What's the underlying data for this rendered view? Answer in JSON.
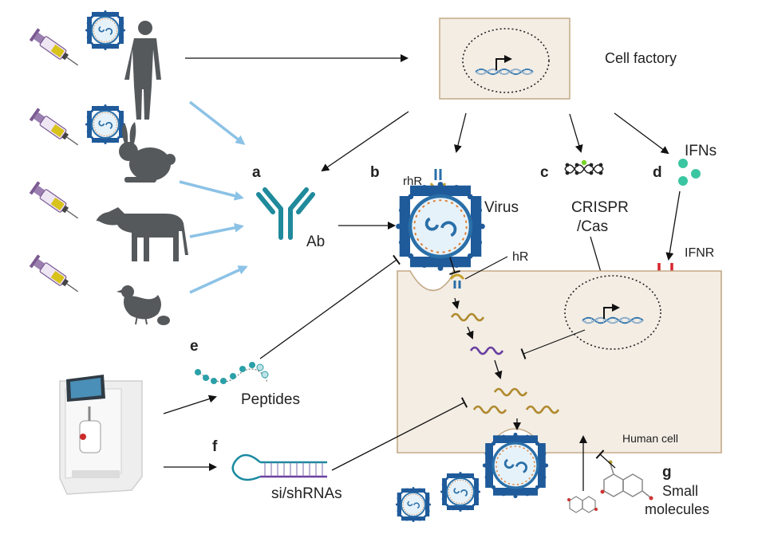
{
  "labels": {
    "a": "a",
    "b": "b",
    "c": "c",
    "d": "d",
    "e": "e",
    "f": "f",
    "g": "g"
  },
  "text": {
    "cell_factory": "Cell factory",
    "ab": "Ab",
    "rhr": "rhR",
    "virus": "Virus",
    "crispr_line1": "CRISPR",
    "crispr_line2": "/Cas",
    "ifns": "IFNs",
    "ifnr": "IFNR",
    "hr": "hR",
    "peptides": "Peptides",
    "sirna": "si/shRNAs",
    "human_cell": "Human cell",
    "small_line1": "Small",
    "small_line2": "molecules"
  },
  "icons": {
    "person": "human-silhouette-icon",
    "rabbit": "rabbit-silhouette-icon",
    "cow": "cow-silhouette-icon",
    "chicken": "chicken-silhouette-icon",
    "syringe": "syringe-icon",
    "virus": "virus-icon",
    "antibody": "antibody-icon",
    "dna": "dna-helix-icon",
    "rna": "rna-strand-icon",
    "synthesizer": "peptide-synthesizer-icon"
  },
  "colors": {
    "antibody": "#1f8a9c",
    "virus_body": "#e6f2fa",
    "virus_ring": "#2a6fa8",
    "virus_spike": "#1f5a9a",
    "virus_spike_tip": "#e07a2a",
    "animal": "#55595c",
    "cell_fill": "#f3ede4",
    "cell_stroke": "#c4a987",
    "ifn_ball": "#3bc6a2",
    "ifnr": "#d6262c",
    "rna_gold": "#b08a2e",
    "rna_purple": "#6b3fa0",
    "arrow_blue": "#8cc2e6",
    "peptide": "#2aa0a8",
    "sirna": "#1a8aa0"
  }
}
